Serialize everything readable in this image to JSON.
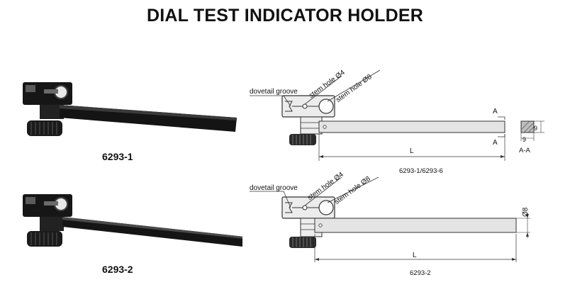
{
  "title": "DIAL TEST INDICATOR HOLDER",
  "products": [
    {
      "model": "6293-1",
      "bar_shape": "flat",
      "caption": "6293-1/6293-6",
      "labels": {
        "groove": "dovetail groove",
        "hole4": "stem hole Ø4",
        "hole8": "stem hole Ø8"
      },
      "length": "L",
      "section_mark": "A",
      "section_label": "A-A",
      "section_dims": [
        "9",
        "9"
      ]
    },
    {
      "model": "6293-2",
      "bar_shape": "round",
      "caption": "6293-2",
      "labels": {
        "groove": "dovetail groove",
        "hole4": "stem hole Ø4",
        "hole8": "stem hole Ø8"
      },
      "length": "L",
      "diameter": "Ø8"
    }
  ]
}
